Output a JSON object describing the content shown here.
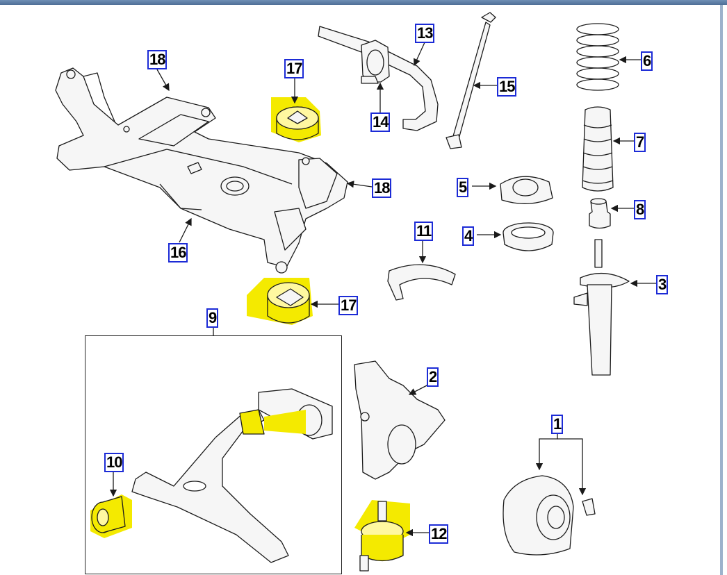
{
  "callouts": {
    "c1": "1",
    "c2": "2",
    "c3": "3",
    "c4": "4",
    "c5": "5",
    "c6": "6",
    "c7": "7",
    "c8": "8",
    "c9": "9",
    "c10": "10",
    "c11": "11",
    "c12": "12",
    "c13": "13",
    "c14": "14",
    "c15": "15",
    "c16": "16",
    "c17a": "17",
    "c17b": "17",
    "c18a": "18",
    "c18b": "18"
  },
  "colors": {
    "callout_border": "#1c2bd6",
    "highlight": "#f4ea00",
    "line": "#1a1a1a",
    "part_fill": "#f6f6f6"
  }
}
